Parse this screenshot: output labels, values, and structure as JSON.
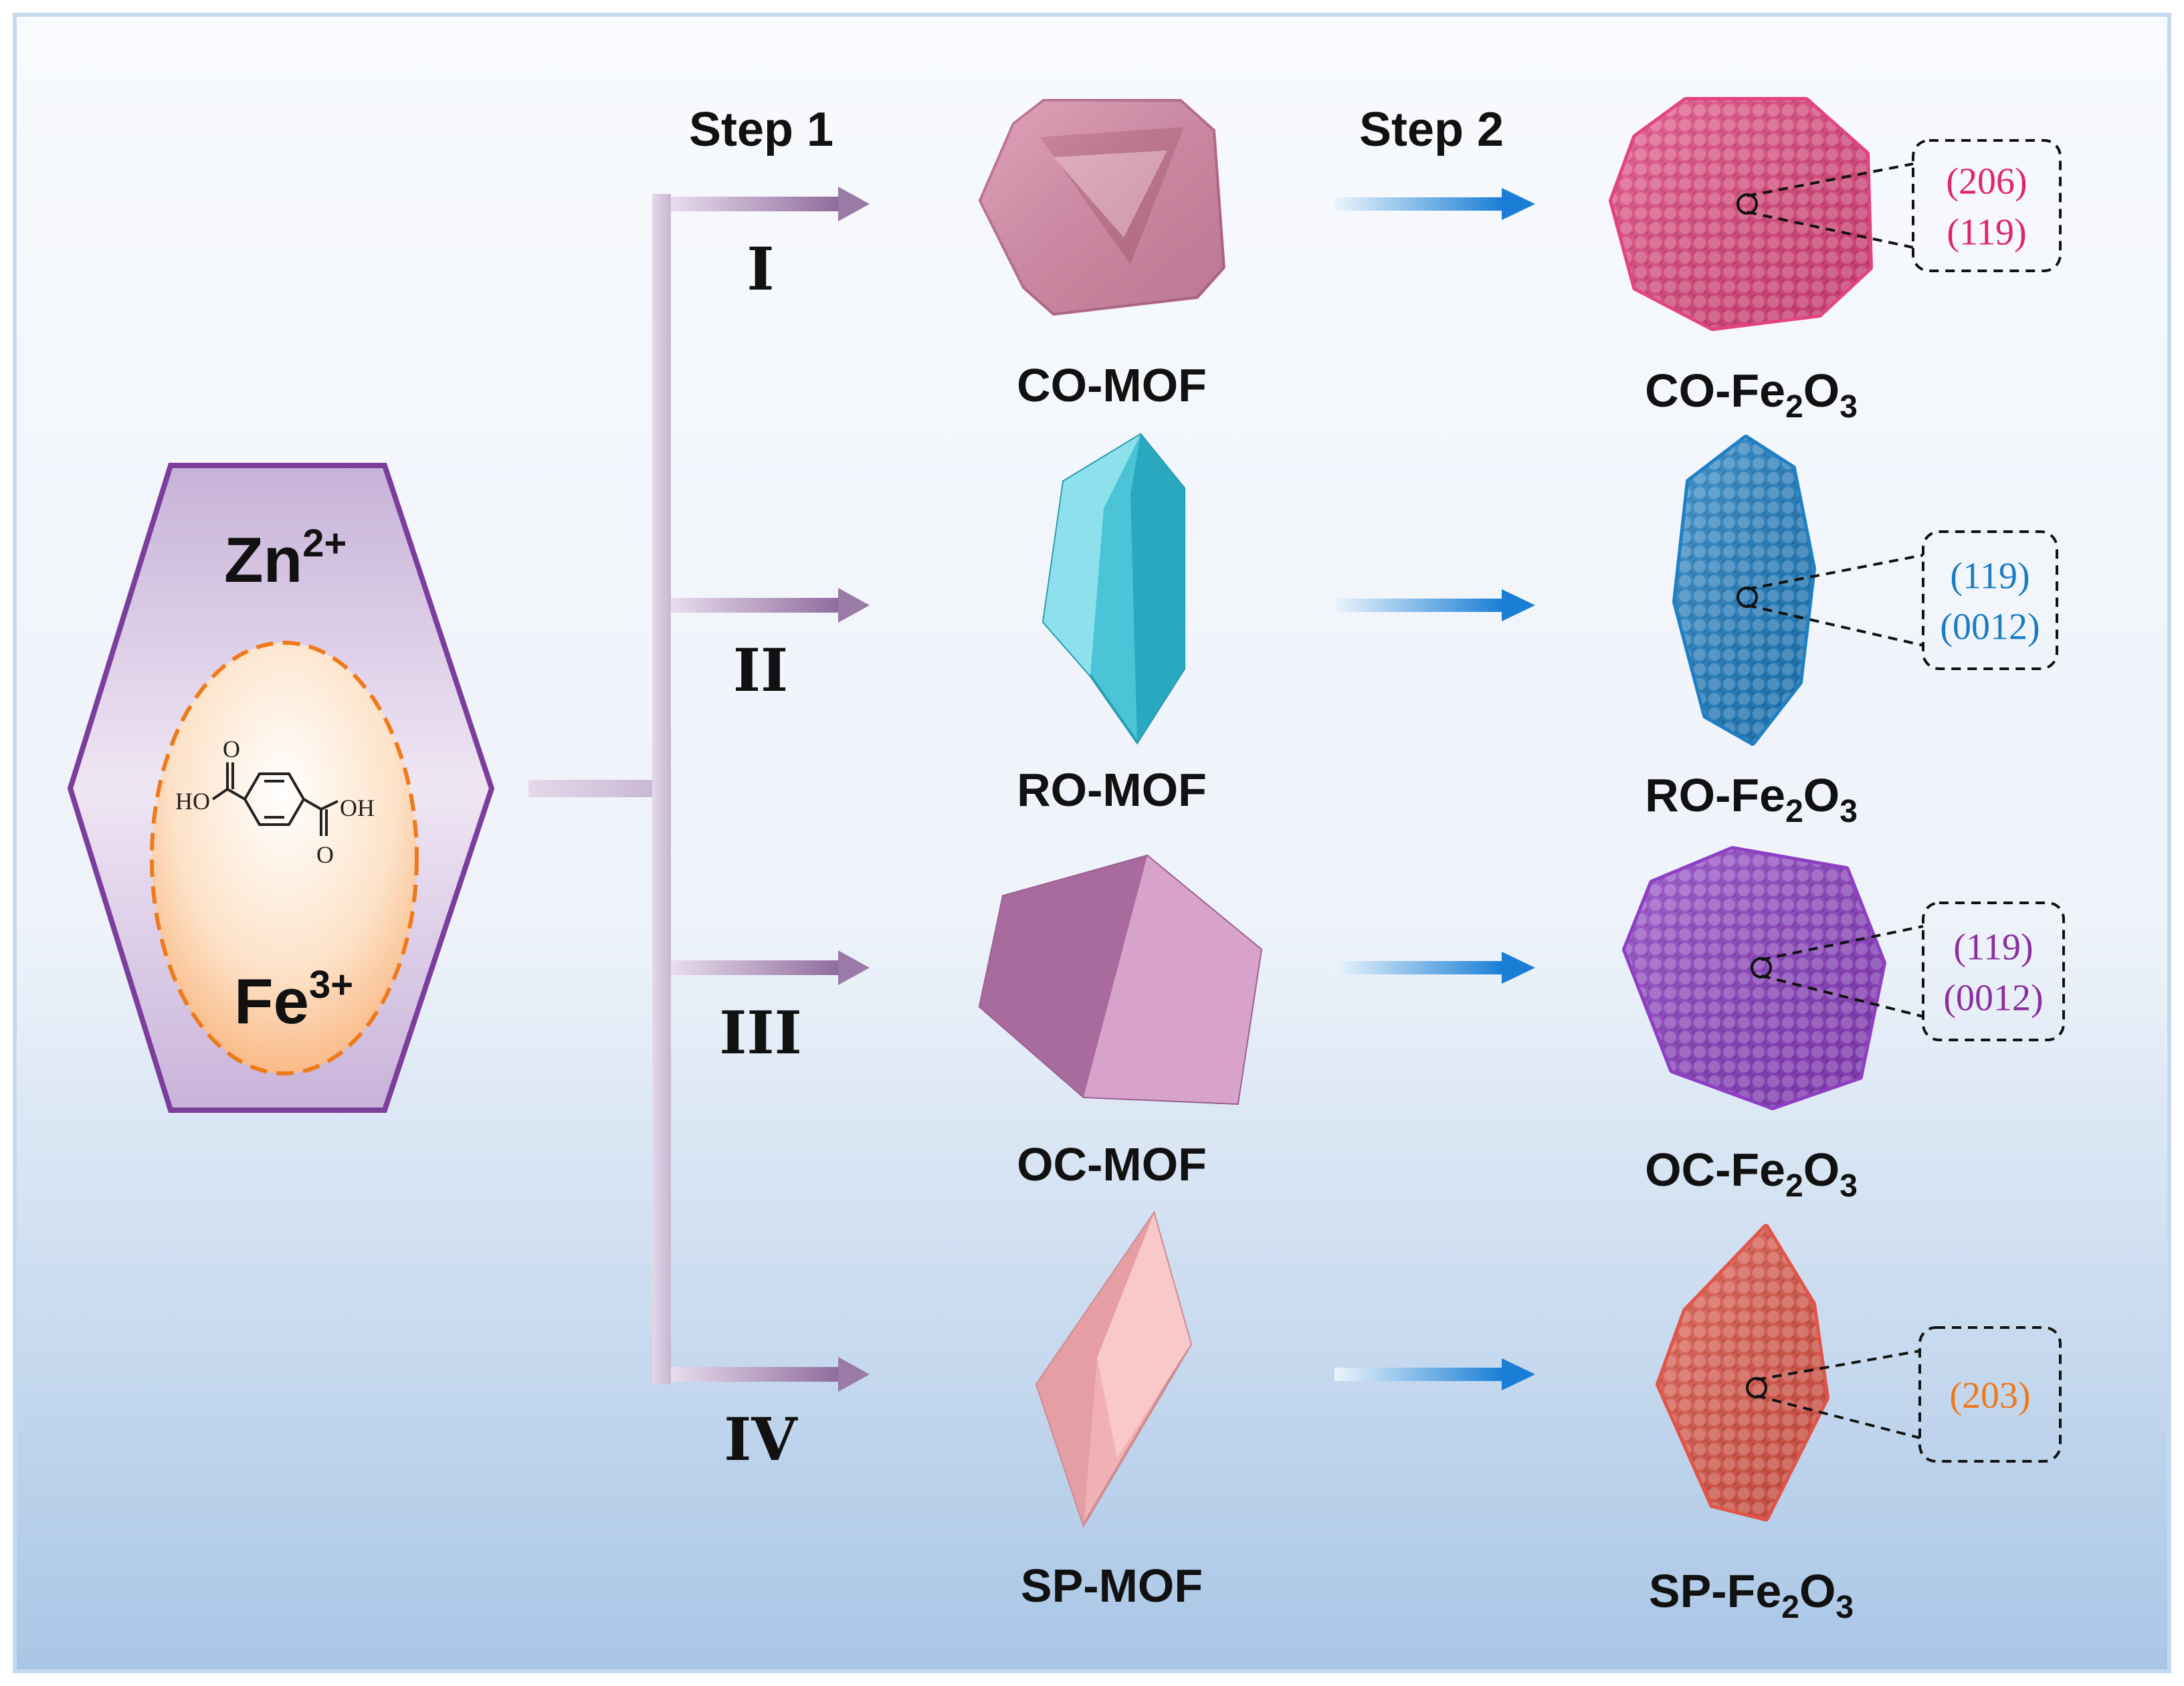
{
  "colors": {
    "plane_I": "#e0246e",
    "plane_II": "#1a7dc4",
    "plane_III": "#8a2fa0",
    "plane_IV": "#ef7a1a",
    "roman_IV": "#b5561a",
    "hexagon_border": "#7c3d9c",
    "ellipse_dash": "#ef7a1a",
    "step1_arrow": "#9a7aa6",
    "step2_arrow": "#1a7dd6"
  },
  "precursor": {
    "metal1": "Zn",
    "metal1_charge": "2+",
    "metal2": "Fe",
    "metal2_charge": "3+",
    "linker_labels": {
      "ho": "HO",
      "oh": "OH",
      "o_top": "O",
      "o_bottom": "O"
    }
  },
  "steps": {
    "step1": "Step 1",
    "step2": "Step 2"
  },
  "routes": [
    {
      "roman": "I",
      "mof": "CO-MOF",
      "oxide_prefix": "CO-Fe",
      "planes": [
        "(206)",
        "(119)"
      ],
      "mof_color": "#d98aa8",
      "oxide_color": "#e2457e",
      "shape_icon": "truncated-octahedron-icon"
    },
    {
      "roman": "II",
      "mof": "RO-MOF",
      "oxide_prefix": "RO-Fe",
      "planes": [
        "(119)",
        "(0012)"
      ],
      "mof_color": "#4cc4d8",
      "oxide_color": "#1f7fc4",
      "shape_icon": "rod-crystal-icon"
    },
    {
      "roman": "III",
      "mof": "OC-MOF",
      "oxide_prefix": "OC-Fe",
      "planes": [
        "(119)",
        "(0012)"
      ],
      "mof_color": "#c78ab8",
      "oxide_color": "#8e3fc4",
      "shape_icon": "octahedron-icon"
    },
    {
      "roman": "IV",
      "mof": "SP-MOF",
      "oxide_prefix": "SP-Fe",
      "planes": [
        "(203)"
      ],
      "mof_color": "#f0b0b4",
      "oxide_color": "#e05548",
      "shape_icon": "spindle-icon"
    }
  ],
  "oxide_subscripts": {
    "fe": "2",
    "o_letter": "O",
    "o": "3"
  }
}
